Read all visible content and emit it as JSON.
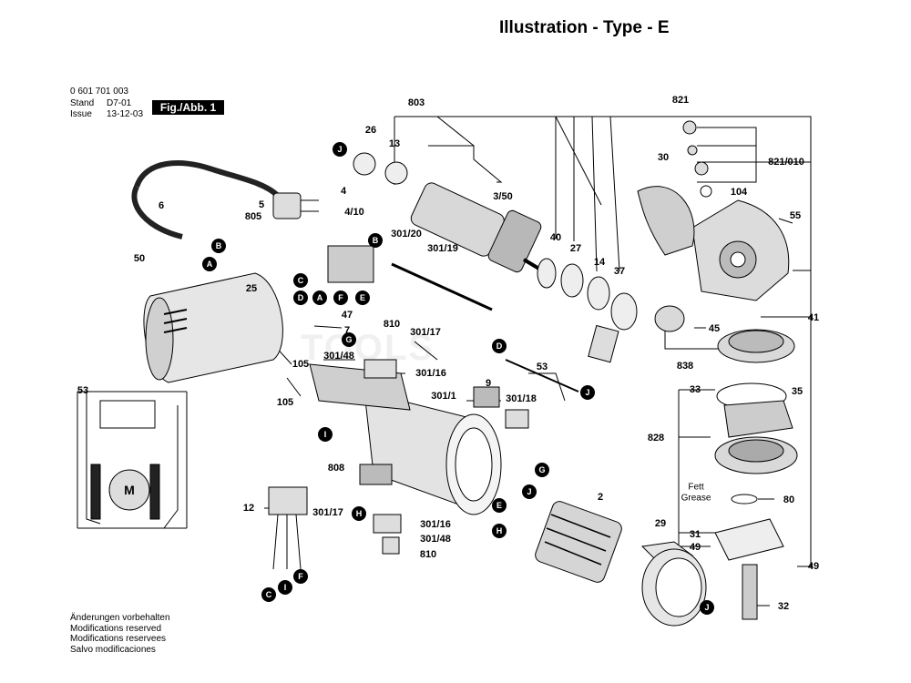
{
  "header": {
    "title": "Illustration - Type - E",
    "part_number": "0 601 701 003",
    "stand_label": "Stand",
    "stand_value": "D7-01",
    "issue_label": "Issue",
    "issue_value": "13-12-03",
    "fig_label": "Fig./Abb. 1"
  },
  "notes": [
    "Änderungen vorbehalten",
    "Modifications reserved",
    "Modifications reservees",
    "Salvo modificaciones"
  ],
  "watermark": "TOOLS",
  "labels": {
    "l803": "803",
    "l821": "821",
    "l821_010": "821/010",
    "l104": "104",
    "l26": "26",
    "l13": "13",
    "l3_50": "3/50",
    "l30": "30",
    "l55": "55",
    "l6": "6",
    "l5": "5",
    "l805": "805",
    "l4": "4",
    "l4_10": "4/10",
    "l301_20": "301/20",
    "l301_19": "301/19",
    "l40": "40",
    "l27": "27",
    "l14": "14",
    "l37": "37",
    "l50": "50",
    "l25": "25",
    "l47": "47",
    "l7": "7",
    "l810a": "810",
    "l301_17a": "301/17",
    "l301_48a": "301/48",
    "l301_16a": "301/16",
    "l105a": "105",
    "l105b": "105",
    "l53a": "53",
    "l53b": "53",
    "l9": "9",
    "l301_1": "301/1",
    "l301_18": "301/18",
    "l41": "41",
    "l45": "45",
    "l838": "838",
    "l33": "33",
    "l35": "35",
    "l828": "828",
    "l808": "808",
    "l12": "12",
    "l301_17b": "301/17",
    "l301_16b": "301/16",
    "l301_48b": "301/48",
    "l810b": "810",
    "l2": "2",
    "l80": "80",
    "l29": "29",
    "l31": "31",
    "l49a": "49",
    "l49b": "49",
    "l32": "32",
    "fett": "Fett",
    "grease": "Grease",
    "motor": "M"
  },
  "badges": {
    "a1": "A",
    "b1": "B",
    "b2": "B",
    "j1": "J",
    "c1": "C",
    "d1": "D",
    "a2": "A",
    "f1": "F",
    "e1": "E",
    "g1": "G",
    "d2": "D",
    "j2": "J",
    "i1": "I",
    "g2": "G",
    "j3": "J",
    "e2": "E",
    "h1": "H",
    "h2": "H",
    "c2": "C",
    "i2": "I",
    "f2": "F",
    "j4": "J"
  }
}
